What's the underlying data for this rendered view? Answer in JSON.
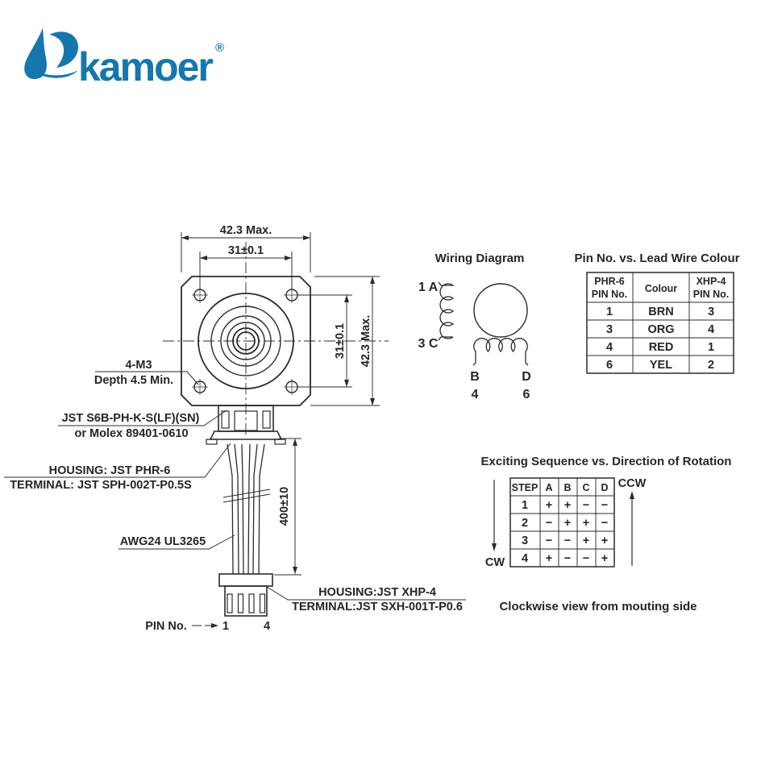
{
  "logo": {
    "brand": "kamoer",
    "registered": "®"
  },
  "front_view": {
    "dim_width_max": "42.3 Max.",
    "dim_hole_pitch_h": "31±0.1",
    "dim_hole_pitch_v": "31±0.1",
    "dim_height_max": "42.3 Max.",
    "mount_label1": "4-M3",
    "mount_label2": "Depth 4.5 Min."
  },
  "cable": {
    "pcb_conn1": "JST S6B-PH-K-S(LF)(SN)",
    "pcb_conn2": "or Molex 89401-0610",
    "phr_housing": "HOUSING: JST PHR-6",
    "phr_terminal": "TERMINAL: JST SPH-002T-P0.5S",
    "wire": "AWG24 UL3265",
    "length": "400±10",
    "xhp_housing": "HOUSING:JST XHP-4",
    "xhp_terminal": "TERMINAL:JST SXH-001T-P0.6",
    "pin_label": "PIN No.",
    "pin_first": "1",
    "pin_last": "4"
  },
  "wiring": {
    "title": "Wiring Diagram",
    "a": "1 A",
    "c": "3 C",
    "b": "B",
    "d": "D",
    "b_pin": "4",
    "d_pin": "6"
  },
  "pin_table": {
    "title": "Pin No. vs. Lead Wire Colour",
    "h1a": "PHR-6",
    "h1b": "PIN No.",
    "h2": "Colour",
    "h3a": "XHP-4",
    "h3b": "PIN No.",
    "rows": [
      [
        "1",
        "BRN",
        "3"
      ],
      [
        "3",
        "ORG",
        "4"
      ],
      [
        "4",
        "RED",
        "1"
      ],
      [
        "6",
        "YEL",
        "2"
      ]
    ]
  },
  "seq_table": {
    "title": "Exciting Sequence vs. Direction of Rotation",
    "header": [
      "STEP",
      "A",
      "B",
      "C",
      "D"
    ],
    "rows": [
      [
        "1",
        "+",
        "+",
        "−",
        "−"
      ],
      [
        "2",
        "−",
        "+",
        "+",
        "−"
      ],
      [
        "3",
        "−",
        "−",
        "+",
        "+"
      ],
      [
        "4",
        "+",
        "−",
        "−",
        "+"
      ]
    ],
    "cw": "CW",
    "ccw": "CCW",
    "note": "Clockwise view from mouting side"
  },
  "colors": {
    "brand_blue": "#1577ad",
    "ink": "#2b2b2b"
  }
}
